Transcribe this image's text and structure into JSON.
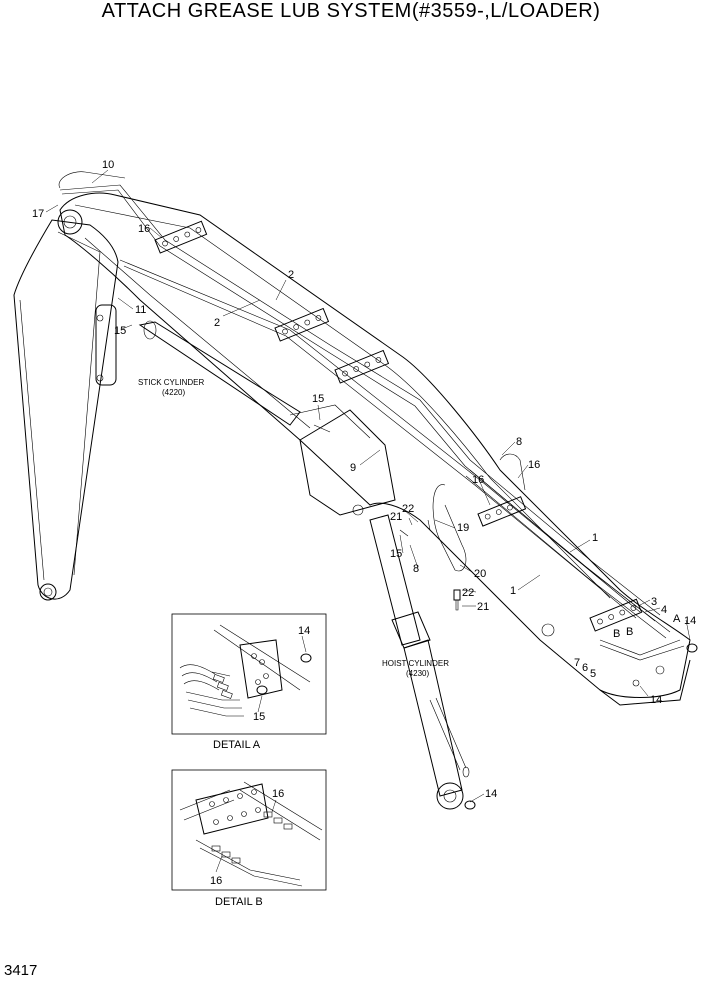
{
  "title": "ATTACH GREASE LUB SYSTEM(#3559-,L/LOADER)",
  "page_number": "3417",
  "callouts": {
    "c10": "10",
    "c17": "17",
    "c16a": "16",
    "c2a": "2",
    "c2b": "2",
    "c11": "11",
    "c15a": "15",
    "c15b": "15",
    "c9": "9",
    "c8a": "8",
    "c16b": "16",
    "c16c": "16",
    "c1a": "1",
    "c1b": "1",
    "c22a": "22",
    "c21a": "21",
    "c19": "19",
    "c15c": "15",
    "c8b": "8",
    "c20": "20",
    "c22b": "22",
    "c21b": "21",
    "c3": "3",
    "c4": "4",
    "cA": "A",
    "c14a": "14",
    "cB1": "B",
    "cB2": "B",
    "c7": "7",
    "c6": "6",
    "c5": "5",
    "c14b": "14",
    "c14c": "14"
  },
  "cylinders": {
    "stick_name": "STICK CYLINDER",
    "stick_code": "(4220)",
    "hoist_name": "HOIST CYLINDER",
    "hoist_code": "(4230)"
  },
  "detail_a": {
    "label": "DETAIL A",
    "c14": "14",
    "c15": "15"
  },
  "detail_b": {
    "label": "DETAIL B",
    "c16a": "16",
    "c16b": "16"
  }
}
